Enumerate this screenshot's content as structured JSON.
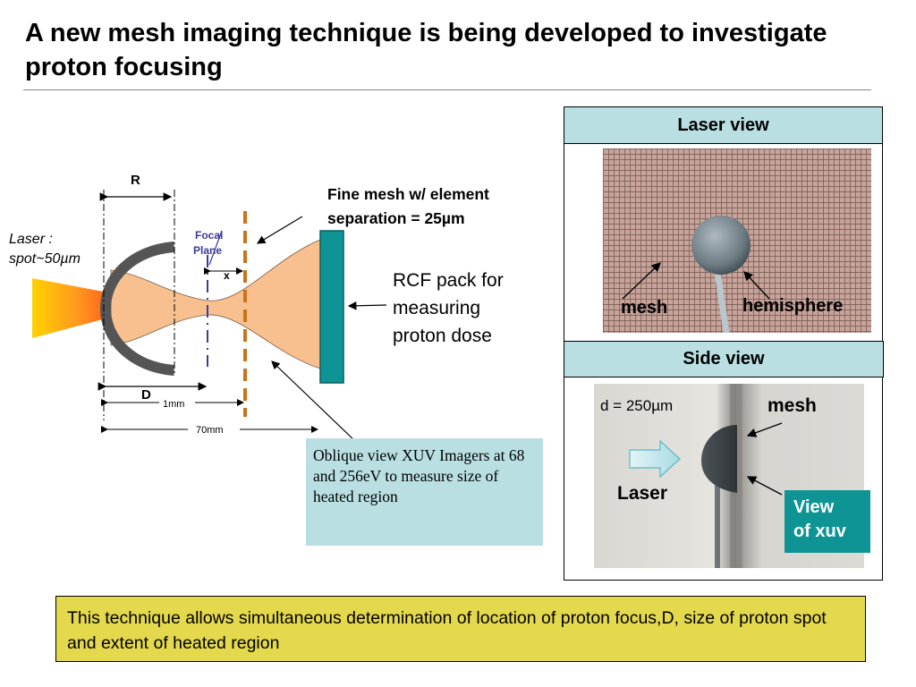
{
  "slide": {
    "title": "A new mesh imaging technique  is being developed to investigate proton focusing"
  },
  "diagram": {
    "label_R": "R",
    "label_D": "D",
    "label_x": "x",
    "focal_plane_line1": "Focal",
    "focal_plane_line2": "Plane",
    "laser_line1": "Laser :",
    "laser_line2": "spot~50µm",
    "dim_1mm": "1mm",
    "dim_70mm": "70mm",
    "fine_mesh_line1": "Fine mesh w/ element",
    "fine_mesh_line2": "separation = 25µm",
    "rcf_line1": "RCF pack for",
    "rcf_line2": "measuring",
    "rcf_line3": "proton dose",
    "oblique_text": "Oblique view XUV Imagers at 68 and 256eV to measure size of heated region"
  },
  "laser_view": {
    "header": "Laser view",
    "mesh_label": "mesh",
    "hemisphere_label": "hemisphere"
  },
  "side_view": {
    "header": "Side view",
    "d_label": "d = 250µm",
    "mesh_label": "mesh",
    "laser_label": "Laser",
    "view_xuv_line1": "View",
    "view_xuv_line2": "of xuv"
  },
  "summary": {
    "text": "This technique allows simultaneous determination of location of proton focus,D, size of proton spot and extent of heated region"
  },
  "colors": {
    "box_blue": "#b9dfe3",
    "summary_yellow": "#e4d94c",
    "teal": "#0e9494",
    "beam_peach": "#f9c08f",
    "mesh_orange": "#c8741a",
    "focal_blue": "#3a3a9e"
  }
}
